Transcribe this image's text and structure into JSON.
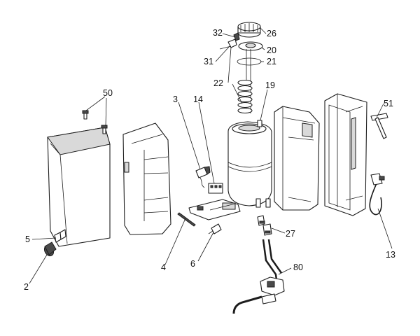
{
  "diagram": {
    "labels": {
      "2": "2",
      "3": "3",
      "4": "4",
      "5": "5",
      "6": "6",
      "13": "13",
      "14": "14",
      "19": "19",
      "20": "20",
      "21": "21",
      "22": "22",
      "26": "26",
      "27": "27",
      "31": "31",
      "32": "32",
      "50": "50",
      "51": "51",
      "80": "80"
    }
  }
}
